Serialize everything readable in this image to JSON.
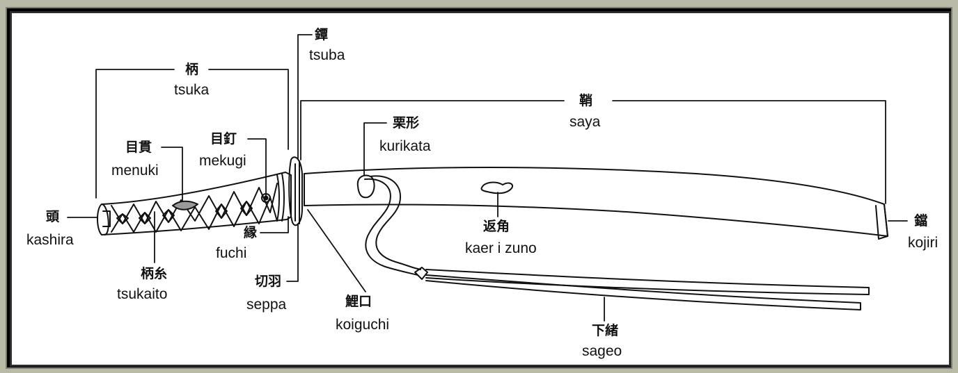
{
  "labels": {
    "tsuka": {
      "jp": "柄",
      "ro": "tsuka"
    },
    "tsuba": {
      "jp": "鐔",
      "ro": "tsuba"
    },
    "saya": {
      "jp": "鞘",
      "ro": "saya"
    },
    "kurikata": {
      "jp": "栗形",
      "ro": "kurikata"
    },
    "menuki": {
      "jp": "目貫",
      "ro": "menuki"
    },
    "mekugi": {
      "jp": "目釘",
      "ro": "mekugi"
    },
    "kashira": {
      "jp": "頭",
      "ro": "kashira"
    },
    "fuchi": {
      "jp": "縁",
      "ro": "fuchi"
    },
    "tsukaito": {
      "jp": "柄糸",
      "ro": "tsukaito"
    },
    "seppa": {
      "jp": "切羽",
      "ro": "seppa"
    },
    "koiguchi": {
      "jp": "鯉口",
      "ro": "koiguchi"
    },
    "kaerizuno": {
      "jp": "返角",
      "ro": "kaer i zuno"
    },
    "sageo": {
      "jp": "下緒",
      "ro": "sageo"
    },
    "kojiri": {
      "jp": "鐺",
      "ro": "kojiri"
    }
  }
}
